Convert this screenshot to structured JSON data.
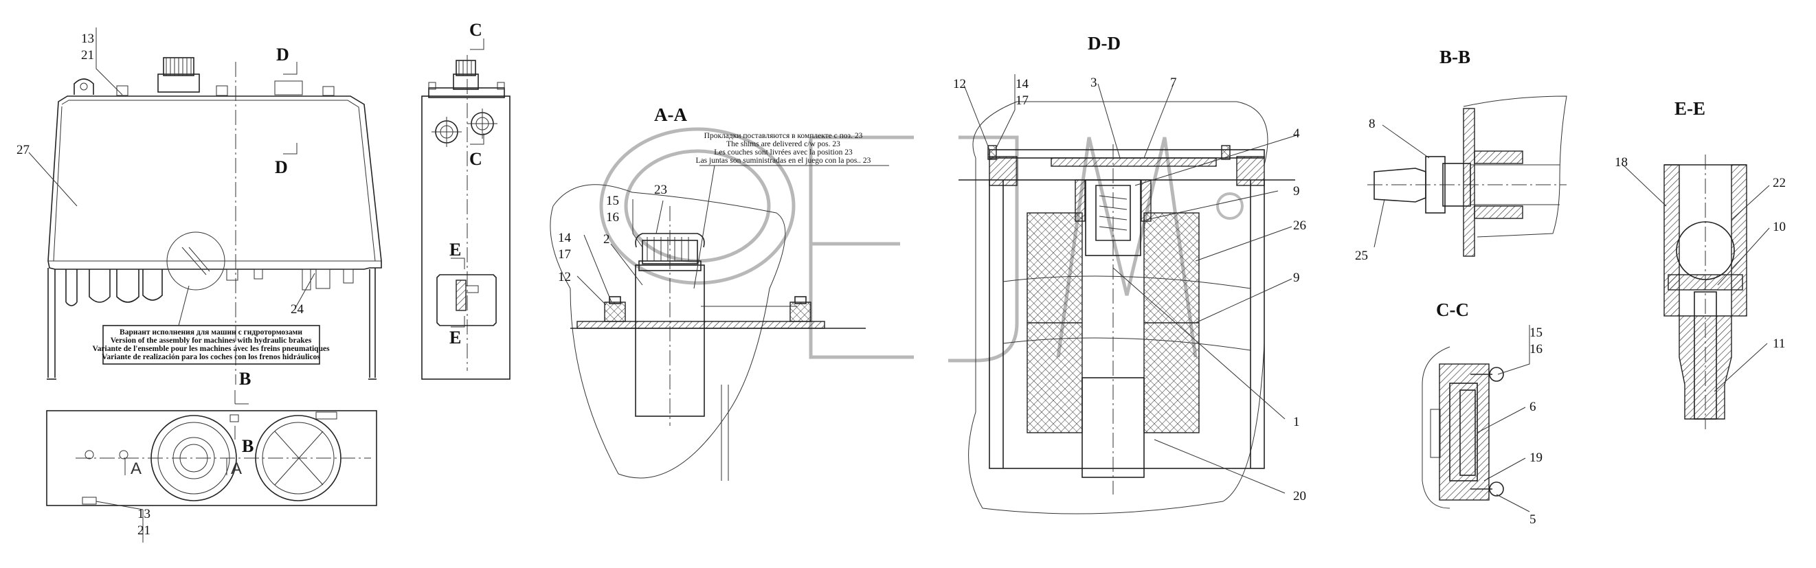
{
  "sections": {
    "aa": "A-A",
    "dd": "D-D",
    "bb": "B-B",
    "cc": "C-C",
    "ee": "E-E"
  },
  "cut_marks": {
    "d": "D",
    "c": "C",
    "e": "E",
    "b": "B",
    "a": "A"
  },
  "notes": {
    "shims": [
      "Прокладки поставляются в комплекте с поз. 23",
      "The shims are delivered c/w pos. 23",
      "Les couches sont livrées avec la position 23",
      "Las juntas son suministradas en el juego con la pos.. 23"
    ],
    "hydraulic": [
      "Вариант исполнения для машин с гидротормозами",
      "Version of the assembly for machines with hydraulic brakes",
      "Variante de l'ensemble pour les machines avec les freins pneumatiques",
      "Variante de realización para los coches con los frenos hidráulicos"
    ]
  },
  "positions": {
    "p1": "1",
    "p2": "2",
    "p3": "3",
    "p4": "4",
    "p5": "5",
    "p6": "6",
    "p7": "7",
    "p8": "8",
    "p9": "9",
    "p10": "10",
    "p11": "11",
    "p12": "12",
    "p13": "13",
    "p14": "14",
    "p15": "15",
    "p16": "16",
    "p17": "17",
    "p18": "18",
    "p19": "19",
    "p20": "20",
    "p21": "21",
    "p22": "22",
    "p23": "23",
    "p24": "24",
    "p25": "25",
    "p26": "26",
    "p27": "27"
  }
}
